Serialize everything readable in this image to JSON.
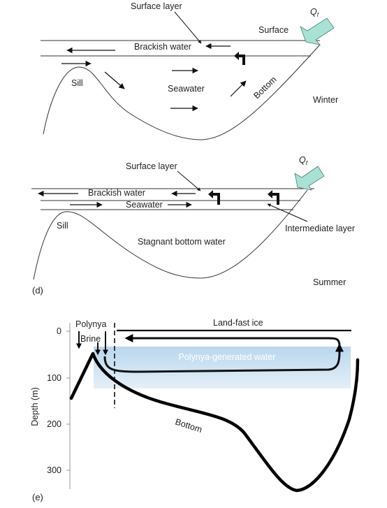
{
  "winter": {
    "surface_layer": "Surface layer",
    "surface": "Surface",
    "brackish_water": "Brackish water",
    "sill": "Sill",
    "seawater": "Seawater",
    "bottom": "Bottom",
    "season": "Winter",
    "qf_main": "Q",
    "qf_sub": "f"
  },
  "summer": {
    "surface_layer": "Surface layer",
    "brackish_water": "Brackish water",
    "seawater": "Seawater",
    "sill": "Sill",
    "intermediate_layer": "Intermediate layer",
    "stagnant": "Stagnant bottom water",
    "season": "Summer",
    "panel": "(d)",
    "qf_main": "Q",
    "qf_sub": "f"
  },
  "polynya": {
    "polynya": "Polynya",
    "brine": "Brine",
    "land_fast_ice": "Land-fast ice",
    "polynya_water": "Polynya-generated water",
    "bottom": "Bottom",
    "depth_label": "Depth (m)",
    "ticks": [
      "0",
      "100",
      "200",
      "300"
    ],
    "panel": "(e)"
  },
  "colors": {
    "qf_arrow": "#a8e2d4",
    "polynya_water": "#cfe3f3"
  }
}
